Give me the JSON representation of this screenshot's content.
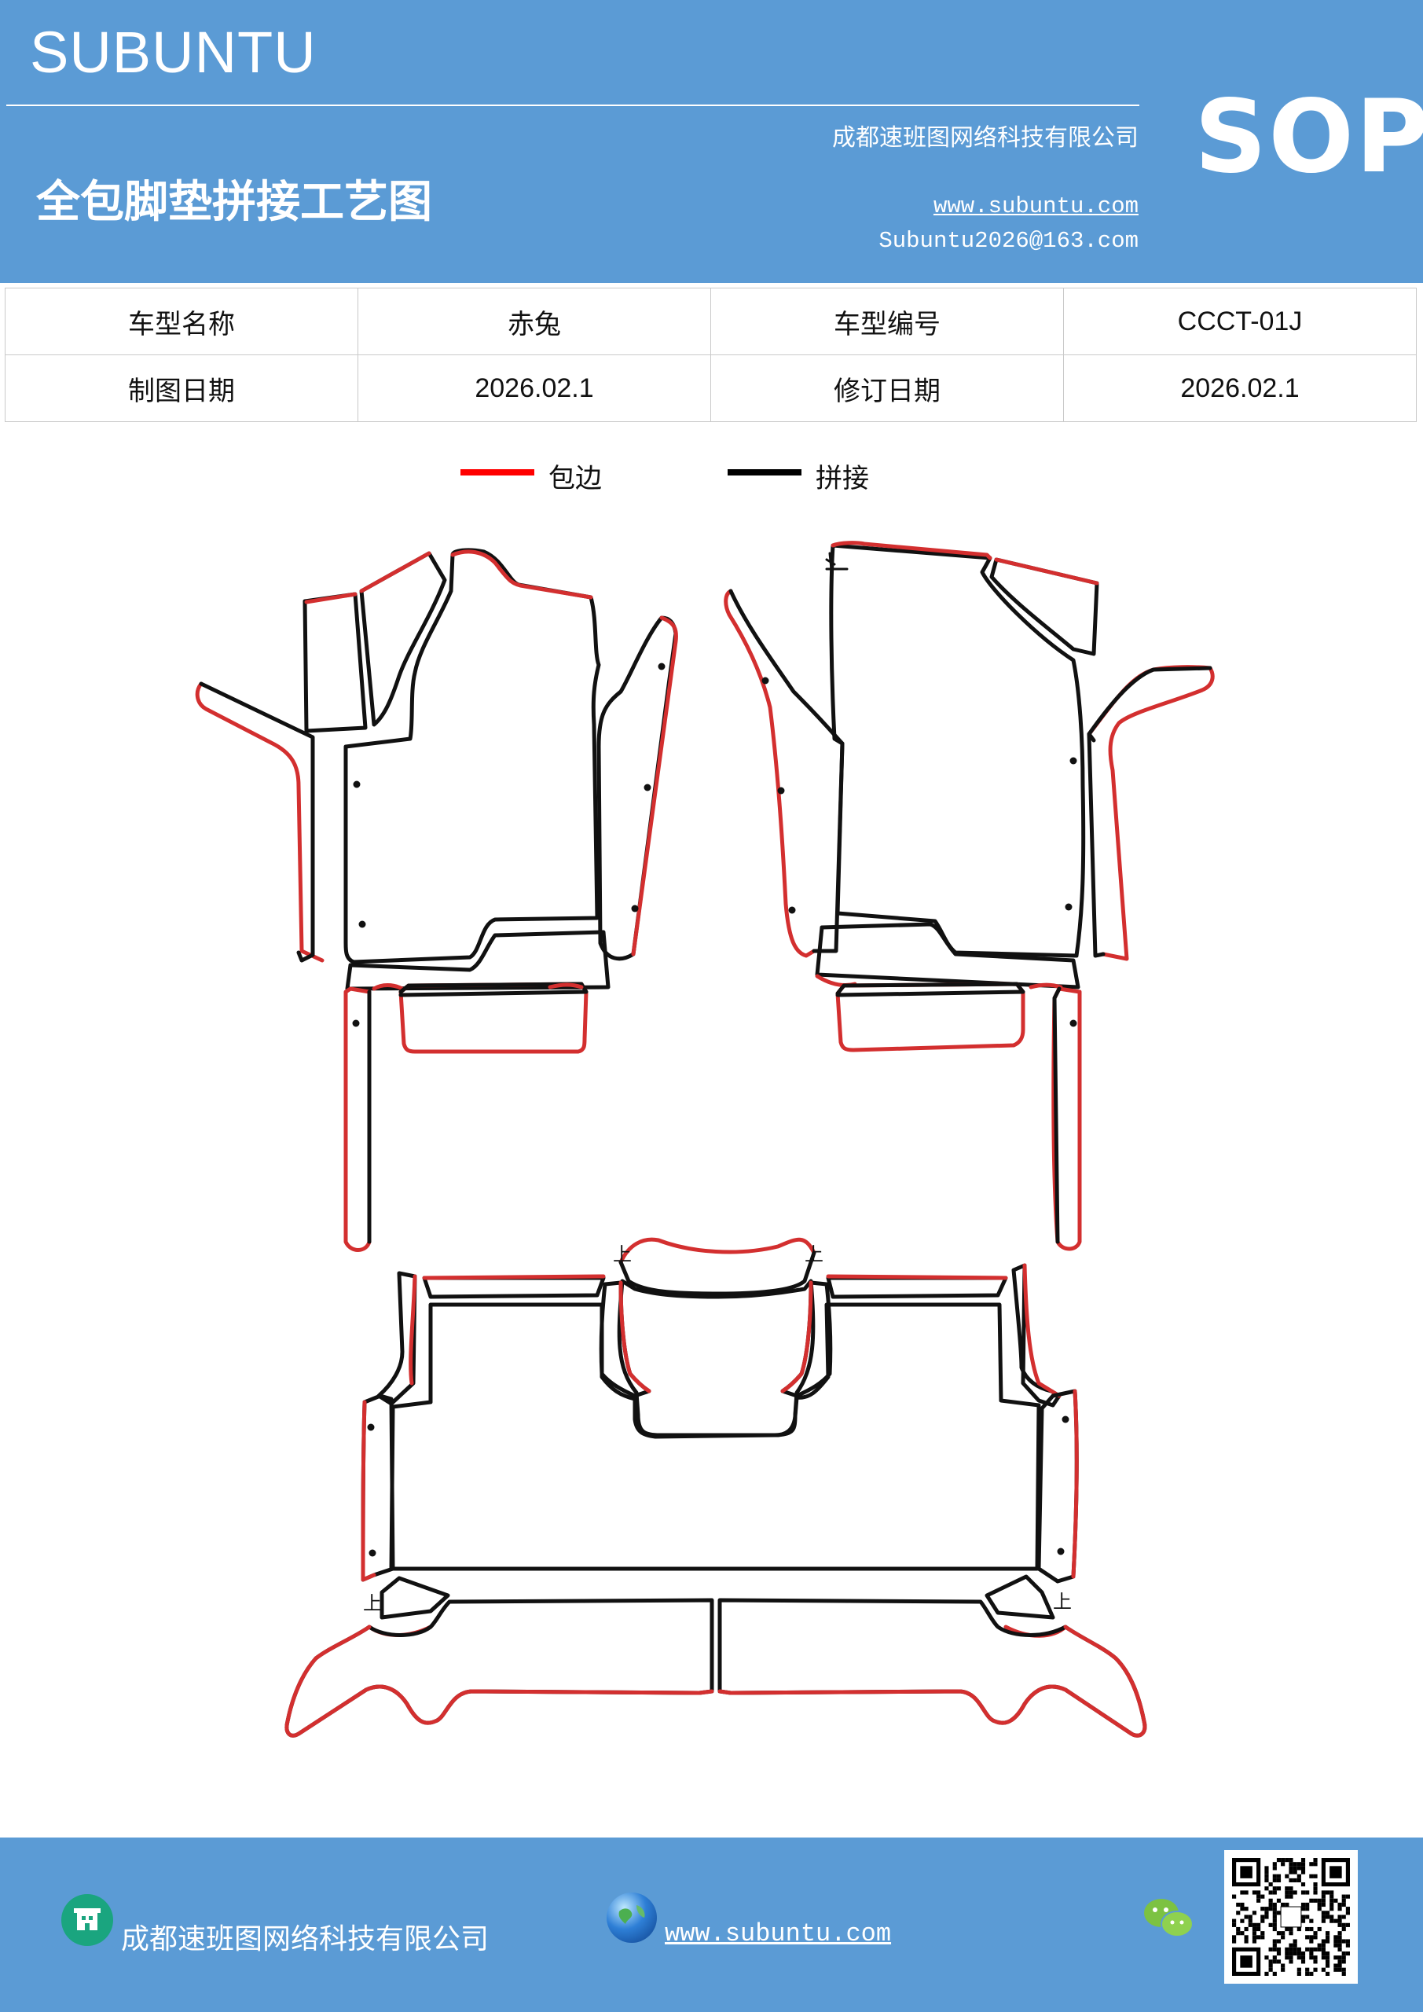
{
  "header": {
    "brand": "SUBUNTU",
    "company": "成都速班图网络科技有限公司",
    "title": "全包脚垫拼接工艺图",
    "website": "www.subuntu.com",
    "email": "Subuntu2026@163.com",
    "badge": "SOP"
  },
  "info_table": {
    "rows": [
      {
        "label1": "车型名称",
        "value1": "赤兔",
        "label2": "车型编号",
        "value2": "CCCT-01J"
      },
      {
        "label1": "制图日期",
        "value1": "2026.02.1",
        "label2": "修订日期",
        "value2": "2026.02.1"
      }
    ]
  },
  "legend": {
    "items": [
      {
        "label": "包边",
        "color": "#ff0000"
      },
      {
        "label": "拼接",
        "color": "#000000"
      }
    ]
  },
  "diagram": {
    "marker": "上",
    "edge_color": "#d32f2f",
    "seam_color": "#111111"
  },
  "footer": {
    "company": "成都速班图网络科技有限公司",
    "website": "www.subuntu.com",
    "icons": [
      "building-icon",
      "globe-icon",
      "wechat-icon",
      "qr-code"
    ]
  },
  "colors": {
    "header_bg": "#5b9bd5",
    "footer_bg": "#5b9bd5"
  }
}
